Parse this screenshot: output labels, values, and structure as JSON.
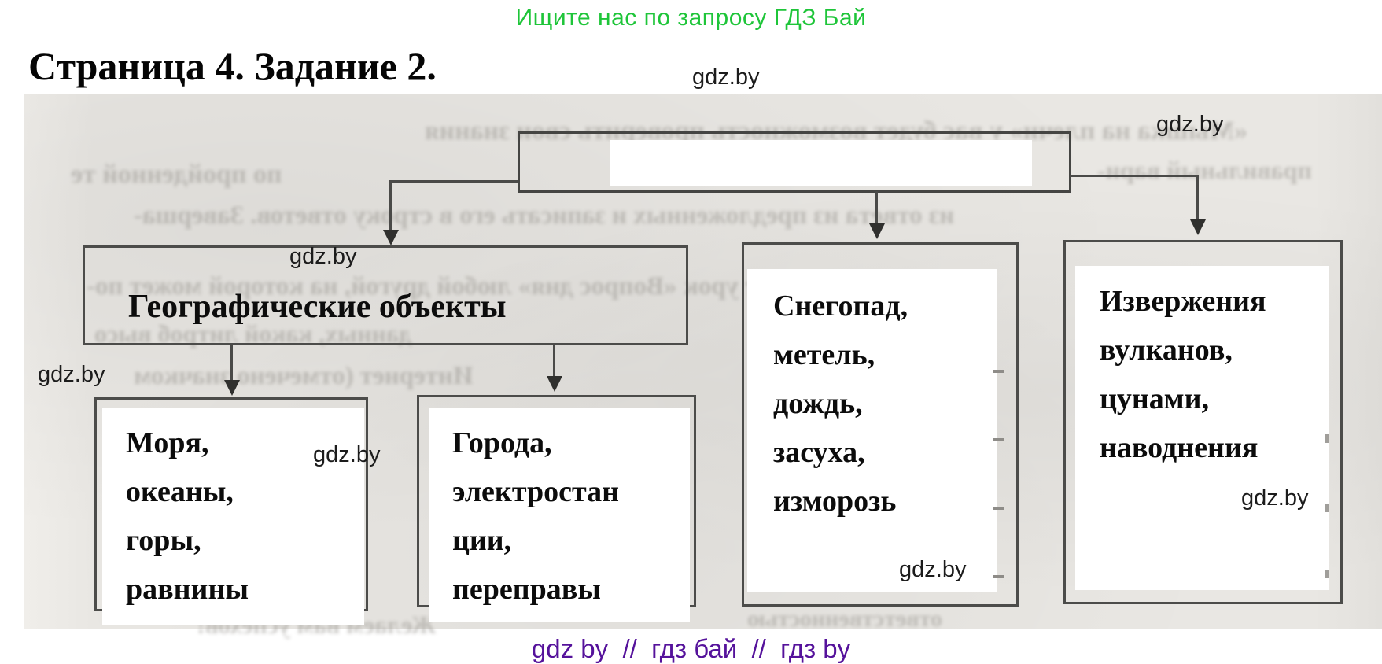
{
  "banner": {
    "text": "Ищите нас по запросу ГДЗ Бай",
    "color": "#1ec539"
  },
  "page_title": "Страница 4. Задание 2.",
  "watermark": {
    "text": "gdz.by"
  },
  "footer": {
    "text": "gdz by  //  гдз бай  //  гдз by",
    "color": "#55129b"
  },
  "diagram": {
    "root_box": {
      "label": ""
    },
    "level2_box": {
      "label": "Географические объекты"
    },
    "leaf_boxes": [
      {
        "lines": [
          "Моря,",
          "океаны,",
          "горы,",
          "равнины"
        ]
      },
      {
        "lines": [
          "Города,",
          "электростан",
          "ции,",
          "переправы"
        ]
      },
      {
        "lines": [
          "Снегопад,",
          "метель,",
          "дождь,",
          "засуха,",
          "изморозь"
        ]
      },
      {
        "lines": [
          "Извержения",
          "вулканов,",
          "цунами,",
          "наводнения"
        ]
      }
    ]
  },
  "scan_ghost_lines": [
    "«Мышка на плечи» у вас будет возможность проверить свои знания",
    "по пройденной те",
    "правильный вари-",
    "из ответа из предложенных и записать его в строку ответов. Заверша-",
    "ет урок «Вопрос дня» любой другой, на которой может по-",
    "данных, какой литроб высо",
    "Интернет (отмечено значком",
    "Желаем вам успехов!",
    "ответственностью"
  ]
}
